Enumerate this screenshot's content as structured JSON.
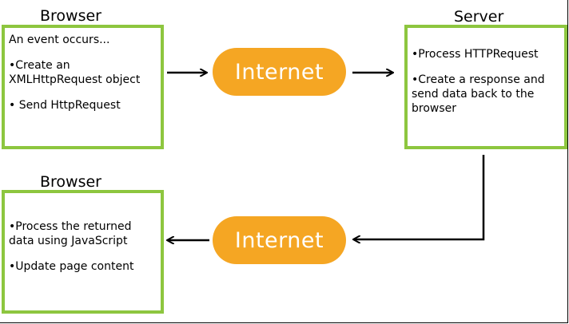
{
  "top_left": {
    "heading": "Browser",
    "line1": "An event occurs...",
    "line2": "•Create an",
    "line3": "XMLHttpRequest object",
    "line4": "• Send HttpRequest"
  },
  "server": {
    "heading": "Server",
    "line1": "•Process HTTPRequest",
    "line2": "•Create a response and",
    "line3": "send data back to the",
    "line4": "browser"
  },
  "bottom_left": {
    "heading": "Browser",
    "line1": "•Process the returned",
    "line2": "data using JavaScript",
    "line3": "•Update page content"
  },
  "internet_top": {
    "label": "Internet"
  },
  "internet_bottom": {
    "label": "Internet"
  },
  "colors": {
    "box_border": "#8dc63f",
    "pill_fill": "#f5a623",
    "arrow": "#000000"
  }
}
